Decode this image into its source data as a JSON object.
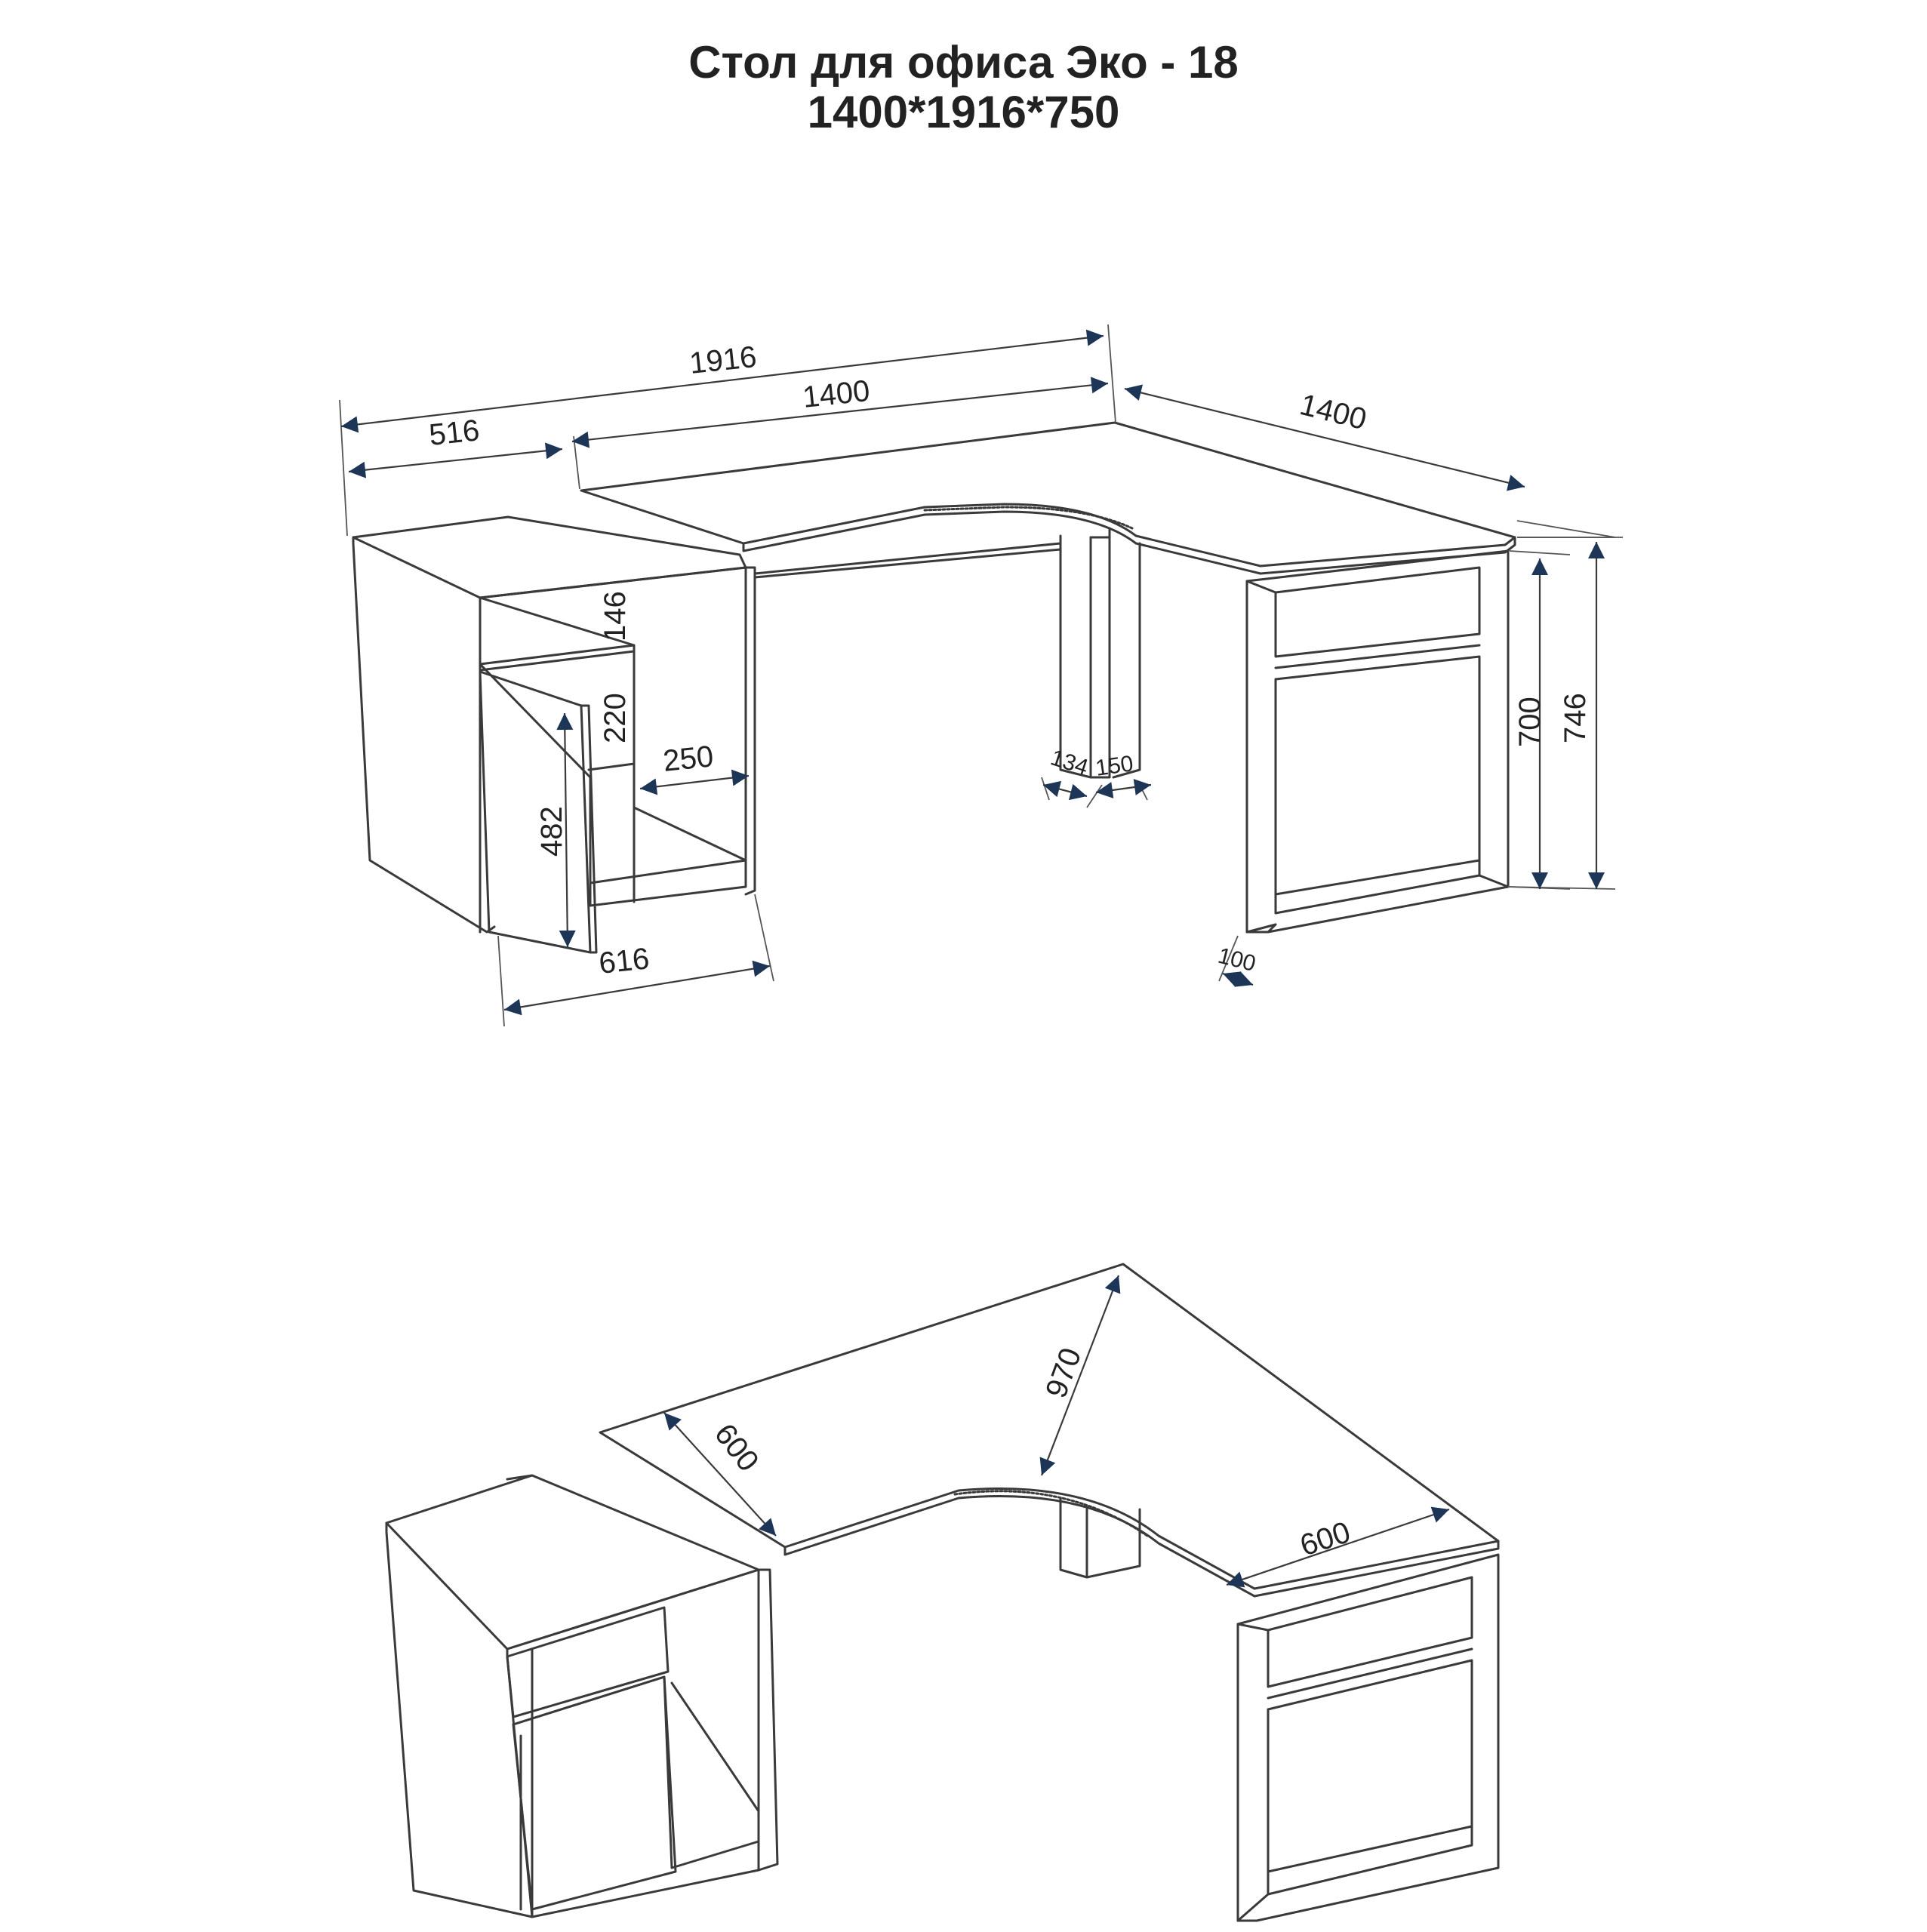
{
  "title": {
    "line1": "Стол для офиса Эко - 18",
    "line2": "1400*1916*750"
  },
  "views": {
    "front": {
      "dimensions": {
        "total_width": "1916",
        "main_top_width": "1400",
        "cabinet_width": "516",
        "return_width": "1400",
        "shelf_height_top": "146",
        "shelf_height_mid": "220",
        "shelf_depth": "250",
        "door_height": "482",
        "cabinet_depth": "616",
        "leg_width": "134",
        "leg_depth": "150",
        "panel_thickness": "100",
        "inner_height": "700",
        "total_height": "746"
      }
    },
    "top": {
      "dimensions": {
        "left_depth": "600",
        "diagonal": "970",
        "right_depth": "600"
      }
    }
  },
  "colors": {
    "line": "#3a3a3a",
    "arrow": "#1d3557",
    "text": "#222222"
  }
}
